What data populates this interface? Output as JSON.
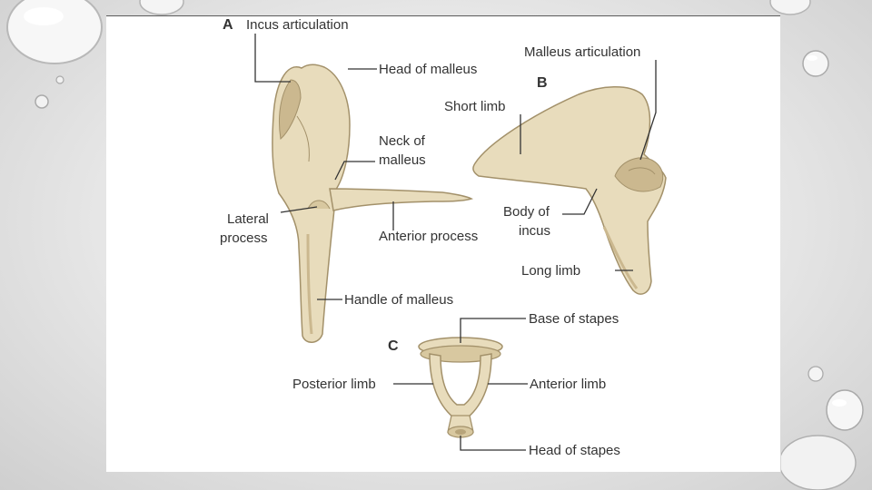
{
  "figure": {
    "panel_a": {
      "letter": "A",
      "incus_articulation": "Incus articulation",
      "head_of_malleus": "Head of malleus",
      "neck_line1": "Neck of",
      "neck_line2": "malleus",
      "lateral_line1": "Lateral",
      "lateral_line2": "process",
      "anterior_process": "Anterior process",
      "handle_of_malleus": "Handle of malleus"
    },
    "panel_b": {
      "letter": "B",
      "malleus_articulation": "Malleus articulation",
      "short_limb": "Short limb",
      "body_line1": "Body of",
      "body_line2": "incus",
      "long_limb": "Long limb"
    },
    "panel_c": {
      "letter": "C",
      "base_of_stapes": "Base of stapes",
      "posterior_limb": "Posterior limb",
      "anterior_limb": "Anterior limb",
      "head_of_stapes": "Head of stapes"
    }
  },
  "colors": {
    "bone_fill": "#e8dcbc",
    "bone_stroke": "#a3916a",
    "bone_shadow": "#cbb88f",
    "label_text": "#333333"
  }
}
